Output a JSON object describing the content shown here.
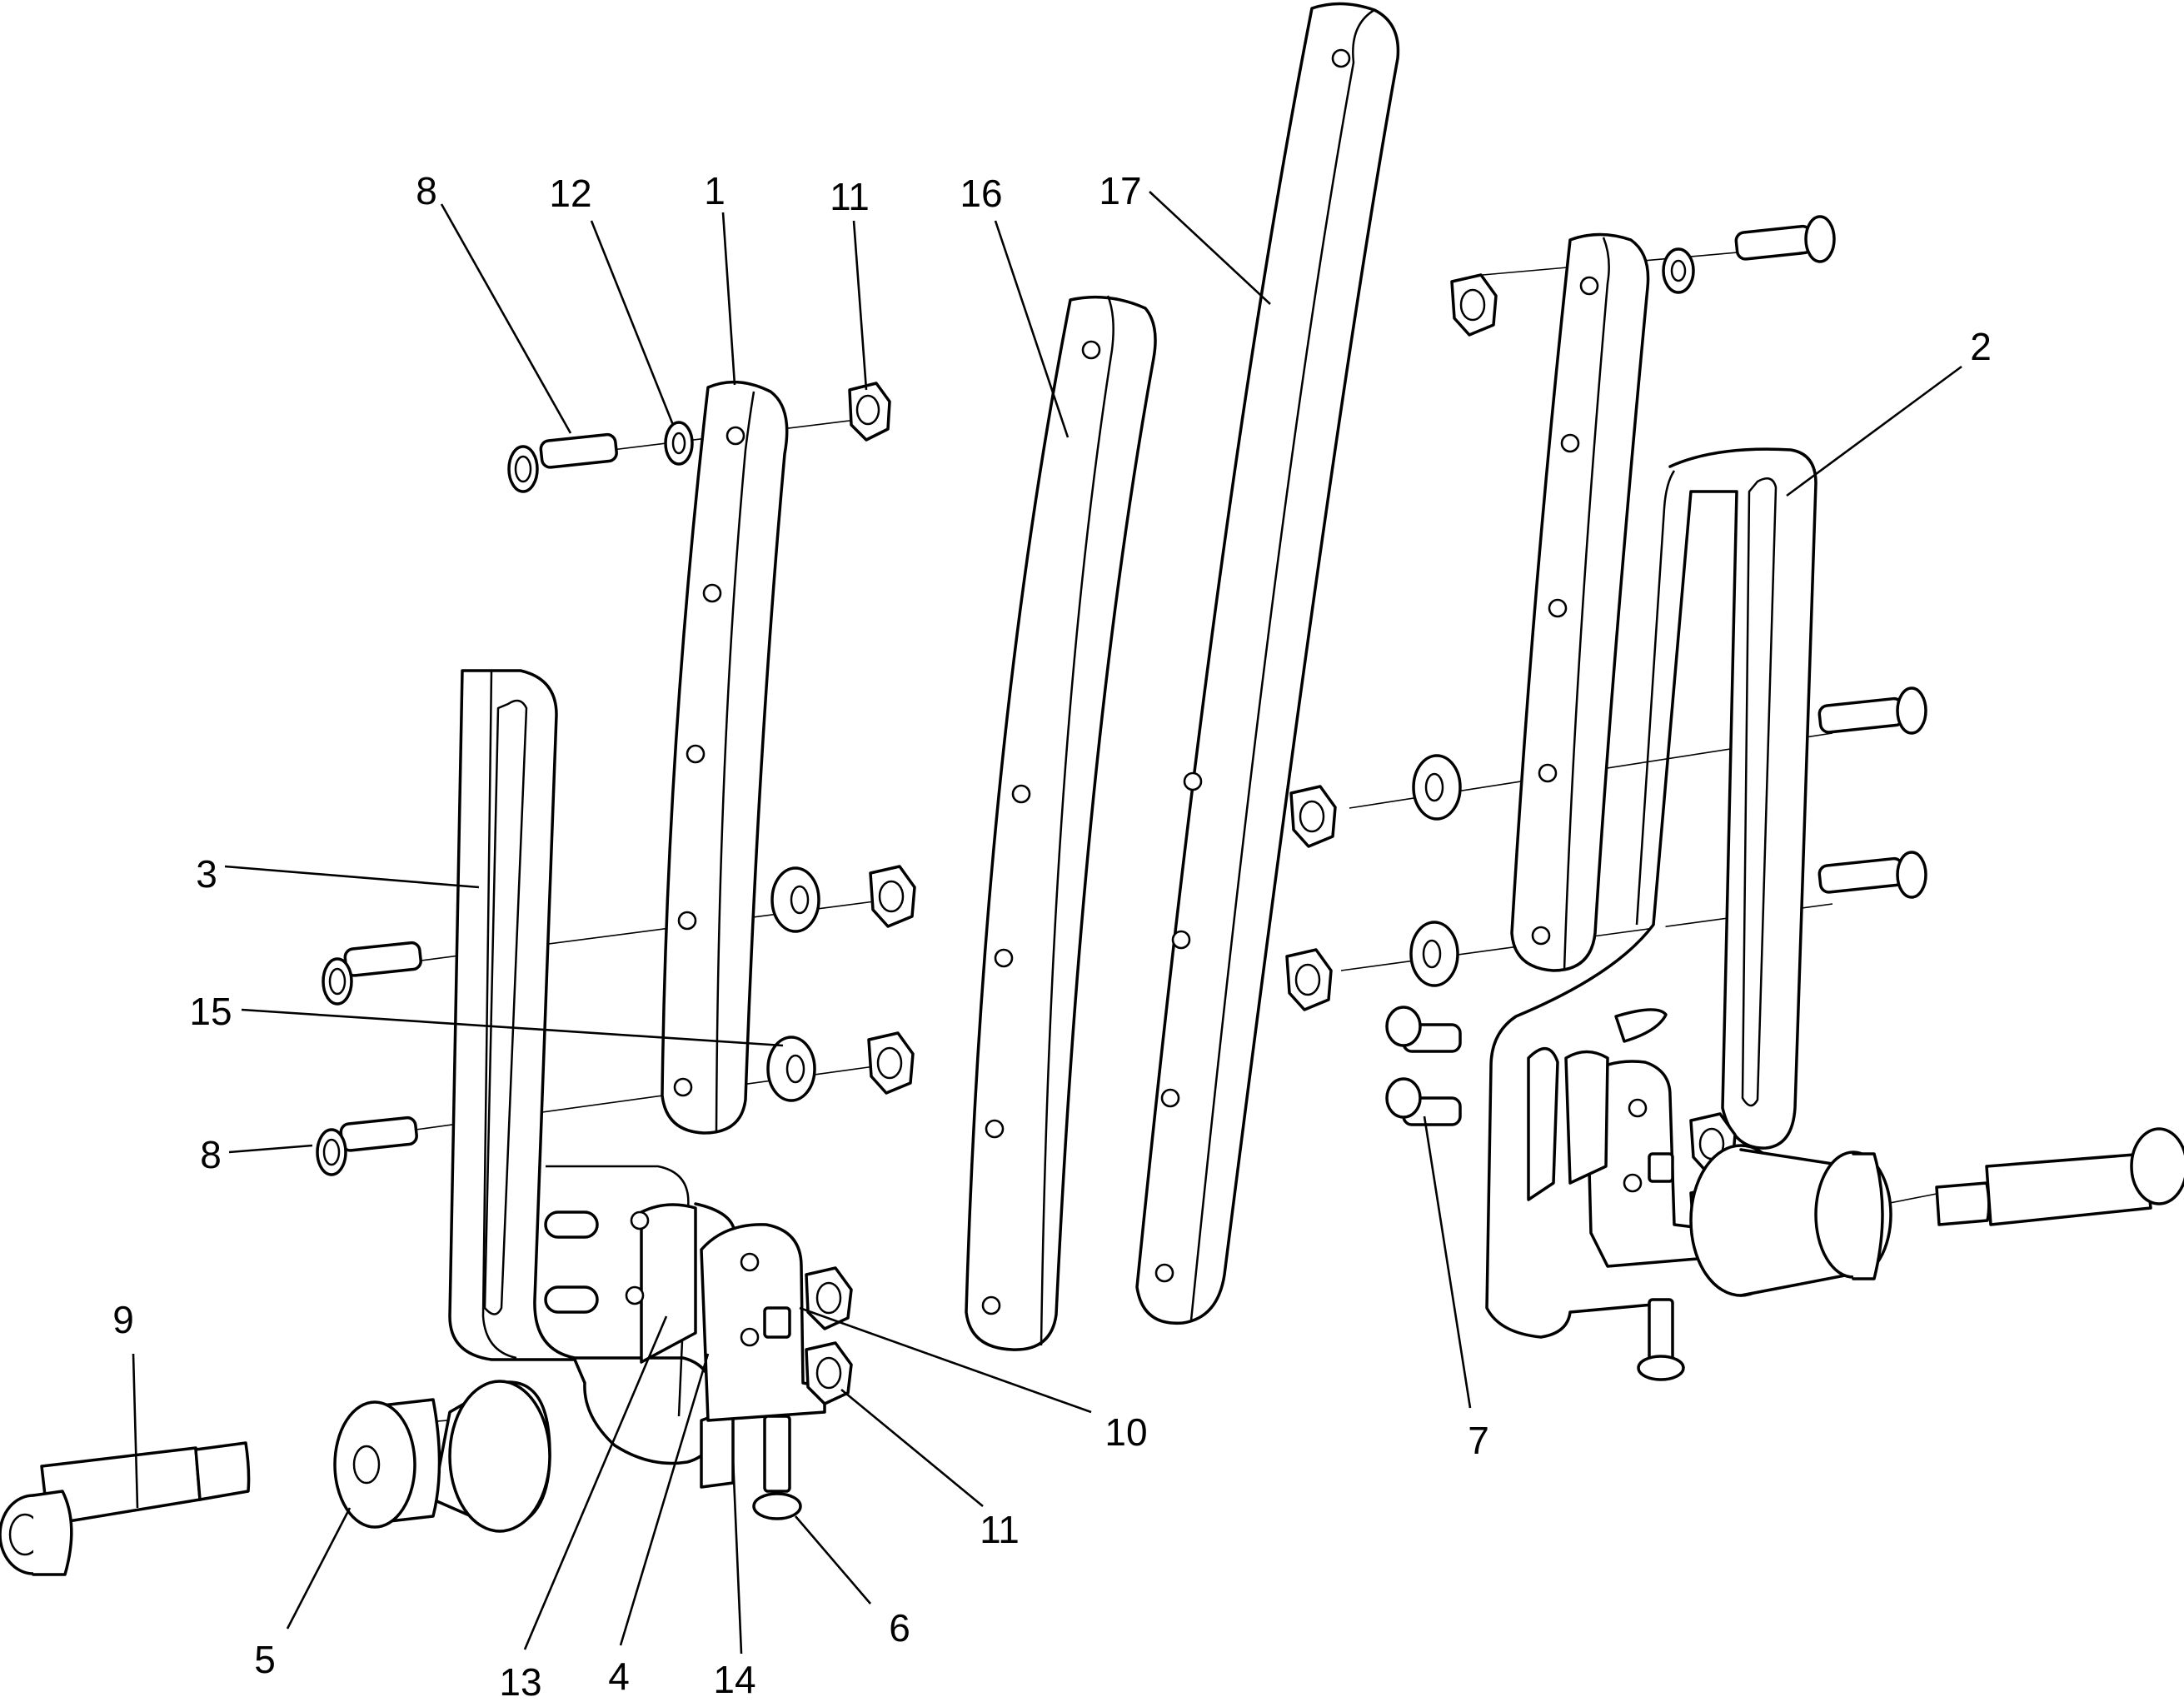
{
  "colors": {
    "line": "#000000",
    "background": "#ffffff"
  },
  "callouts": [
    {
      "id": "c8a",
      "label": "8"
    },
    {
      "id": "c12",
      "label": "12"
    },
    {
      "id": "c1",
      "label": "1"
    },
    {
      "id": "c11a",
      "label": "11"
    },
    {
      "id": "c16",
      "label": "16"
    },
    {
      "id": "c17",
      "label": "17"
    },
    {
      "id": "c2",
      "label": "2"
    },
    {
      "id": "c3",
      "label": "3"
    },
    {
      "id": "c15",
      "label": "15"
    },
    {
      "id": "c8b",
      "label": "8"
    },
    {
      "id": "c9",
      "label": "9"
    },
    {
      "id": "c10",
      "label": "10"
    },
    {
      "id": "c11b",
      "label": "11"
    },
    {
      "id": "c7",
      "label": "7"
    },
    {
      "id": "c5",
      "label": "5"
    },
    {
      "id": "c6",
      "label": "6"
    },
    {
      "id": "c13",
      "label": "13"
    },
    {
      "id": "c4",
      "label": "4"
    },
    {
      "id": "c14",
      "label": "14"
    }
  ]
}
